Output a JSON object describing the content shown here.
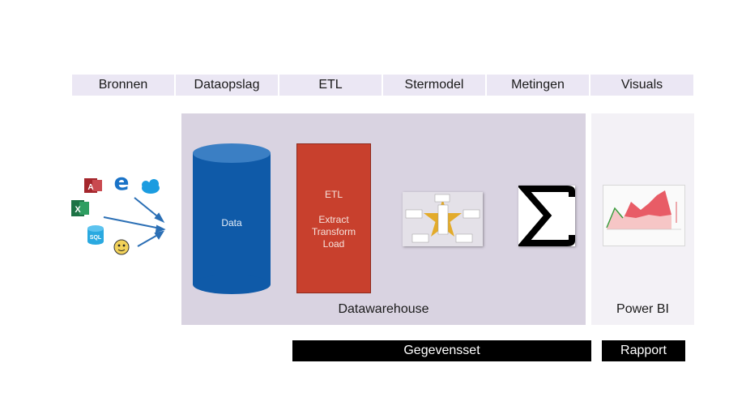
{
  "headers": [
    "Bronnen",
    "Dataopslag",
    "ETL",
    "Stermodel",
    "Metingen",
    "Visuals"
  ],
  "storage": {
    "label": "Data"
  },
  "etl": {
    "title": "ETL",
    "lines": [
      "Extract",
      "Transform",
      "Load"
    ]
  },
  "panels": {
    "datawarehouse": "Datawarehouse",
    "powerbi": "Power BI"
  },
  "bars": {
    "dataset": "Gegevensset",
    "report": "Rapport"
  },
  "source_icons": [
    "access-icon",
    "edge-icon",
    "salesforce-icon",
    "excel-icon",
    "sql-icon",
    "mailchimp-icon"
  ],
  "colors": {
    "cylinder": "#0f5aa8",
    "etl": "#c8402d",
    "dw_panel": "#d9d3e1",
    "header": "#ebe7f4"
  }
}
